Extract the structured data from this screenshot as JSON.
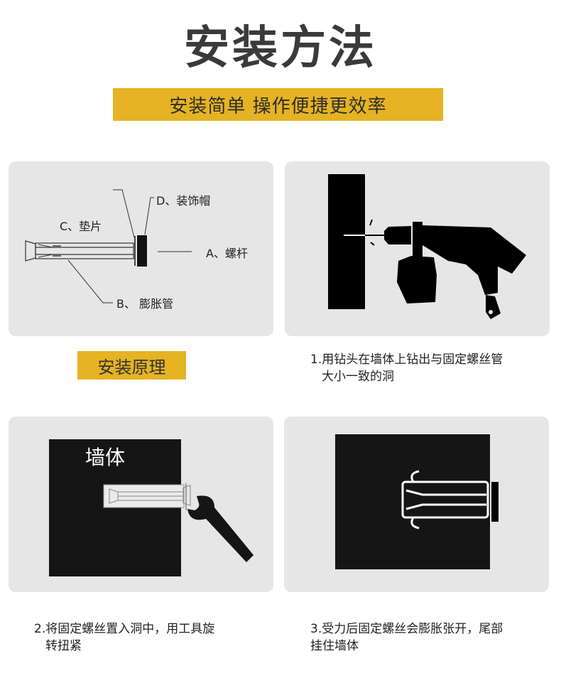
{
  "header": {
    "title": "安装方法",
    "subtitle": "安装简单 操作便捷更效率"
  },
  "diagram": {
    "label_a": "A、螺杆",
    "label_b": "B、 膨胀管",
    "label_c": "C、垫片",
    "label_d": "D、装饰帽"
  },
  "principle_badge": "安装原理",
  "steps": [
    {
      "line1": "1.用钻头在墙体上钻出与固定螺丝管",
      "line2": "大小一致的洞"
    },
    {
      "line1": "2.将固定螺丝置入洞中，用工具旋",
      "line2": "转扭紧"
    },
    {
      "line1": "3.受力后固定螺丝会膨胀张开，尾部",
      "line2": "挂住墙体"
    }
  ],
  "wall_label": "墙体",
  "colors": {
    "accent": "#e5b323",
    "panel_bg": "#e6e6e6",
    "title_text": "#3a3a3a",
    "wall": "#151515"
  },
  "icons": [
    "expansion-bolt-diagram",
    "drill-icon",
    "wrench-icon",
    "expanded-anchor-icon"
  ]
}
